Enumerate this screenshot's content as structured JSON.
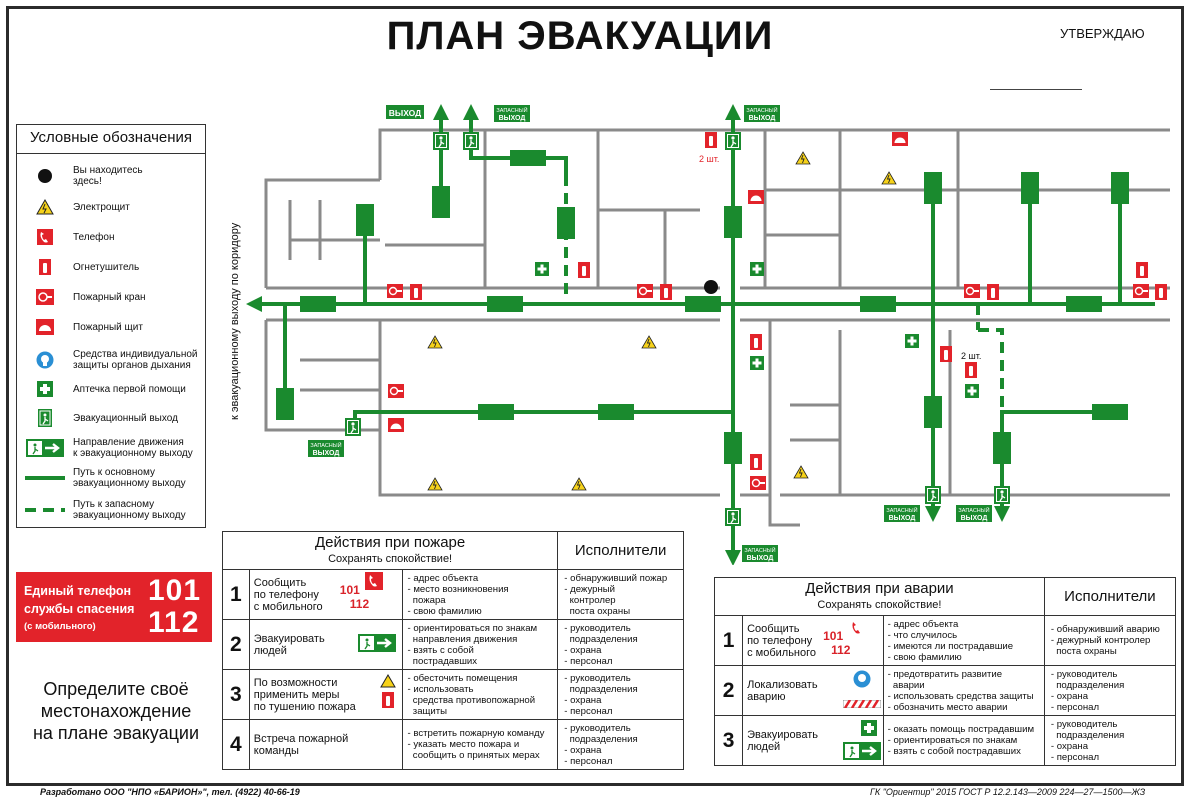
{
  "title": "ПЛАН ЭВАКУАЦИИ",
  "approve": "УТВЕРЖДАЮ",
  "corridor_label": "к эвакуационному выходу по коридору",
  "exit_label": "ВЫХОД",
  "spare_exit_label": [
    "ЗАПАСНЫЙ",
    "ВЫХОД"
  ],
  "extinguisher_count": "2 шт.",
  "legend": {
    "title": "Условные обозначения",
    "items": [
      {
        "icon": "you-are-here-icon",
        "label": "Вы находитесь\nздесь!"
      },
      {
        "icon": "electric-panel-icon",
        "label": "Электрощит"
      },
      {
        "icon": "phone-icon",
        "label": "Телефон"
      },
      {
        "icon": "fire-extinguisher-icon",
        "label": "Огнетушитель"
      },
      {
        "icon": "fire-hydrant-icon",
        "label": "Пожарный кран"
      },
      {
        "icon": "fire-panel-icon",
        "label": "Пожарный щит"
      },
      {
        "icon": "respirator-icon",
        "label": "Средства индивидуальной\nзащиты органов дыхания"
      },
      {
        "icon": "first-aid-icon",
        "label": "Аптечка первой помощи"
      },
      {
        "icon": "emergency-exit-icon",
        "label": "Эвакуационный выход"
      },
      {
        "icon": "direction-arrow-icon",
        "label": "Направление движения\nк эвакуационному выходу"
      },
      {
        "icon": "main-path-icon",
        "label": "Путь к основному\nэвакуационному выходу"
      },
      {
        "icon": "spare-path-icon",
        "label": "Путь к запасному\nэвакуационному выходу"
      }
    ]
  },
  "rescue_phone": {
    "label1": "Единый телефон",
    "label2": "службы спасения",
    "label3": "(с мобильного)",
    "num1": "101",
    "num2": "112"
  },
  "locate_text": [
    "Определите своё",
    "местонахождение",
    "на плане эвакуации"
  ],
  "fire_actions": {
    "title": "Действия при пожаре",
    "subtitle": "Сохранять спокойствие!",
    "performers": "Исполнители",
    "rows": [
      {
        "num": "1",
        "what": "Сообщить\nпо телефону\nс мобильного",
        "phone1": "101",
        "phone2": "112",
        "details": "- адрес объекта\n- место возникновения\n  пожара\n- свою фамилию",
        "who": "- обнаруживший пожар\n- дежурный\n  контролер\n  поста охраны"
      },
      {
        "num": "2",
        "what": "Эвакуировать\nлюдей",
        "details": "- ориентироваться по знакам\n  направления движения\n- взять с собой\n  пострадавших",
        "who": "- руководитель\n  подразделения\n- охрана\n- персонал"
      },
      {
        "num": "3",
        "what": "По возможности\nприменить меры\nпо тушению пожара",
        "details": "- обесточить помещения\n- использовать\n  средства противопожарной\n  защиты",
        "who": "- руководитель\n  подразделения\n- охрана\n- персонал"
      },
      {
        "num": "4",
        "what": "Встреча пожарной\nкоманды",
        "details": "- встретить пожарную команду\n- указать место пожара и\n  сообщить о принятых мерах",
        "who": "- руководитель\n  подразделения\n- охрана\n- персонал"
      }
    ]
  },
  "accident_actions": {
    "title": "Действия при аварии",
    "subtitle": "Сохранять спокойствие!",
    "performers": "Исполнители",
    "rows": [
      {
        "num": "1",
        "what": "Сообщить\nпо телефону\nс мобильного",
        "phone1": "101",
        "phone2": "112",
        "details": "- адрес объекта\n- что случилось\n- имеются ли пострадавшие\n- свою фамилию",
        "who": "- обнаруживший аварию\n- дежурный контролер\n  поста охраны"
      },
      {
        "num": "2",
        "what": "Локализовать\nаварию",
        "details": "- предотвратить развитие\n  аварии\n- использовать средства защиты\n- обозначить место аварии",
        "who": "- руководитель\n  подразделения\n- охрана\n- персонал"
      },
      {
        "num": "3",
        "what": "Эвакуировать\nлюдей",
        "details": "- оказать помощь пострадавшим\n- ориентироваться по знакам\n- взять с собой пострадавших",
        "who": "- руководитель\n  подразделения\n- охрана\n- персонал"
      }
    ]
  },
  "footer_left": "Разработано ООО \"НПО «БАРИОН»\", тел. (4922) 40-66-19",
  "footer_right": "ГК \"Ориентир\" 2015 ГОСТ Р 12.2.143—2009  224—27—1500—ЖЗ",
  "colors": {
    "exit_green": "#1a8a2e",
    "safety_red": "#e2232a",
    "wall": "#8a8a8a",
    "warn_yellow": "#f6d21a"
  }
}
